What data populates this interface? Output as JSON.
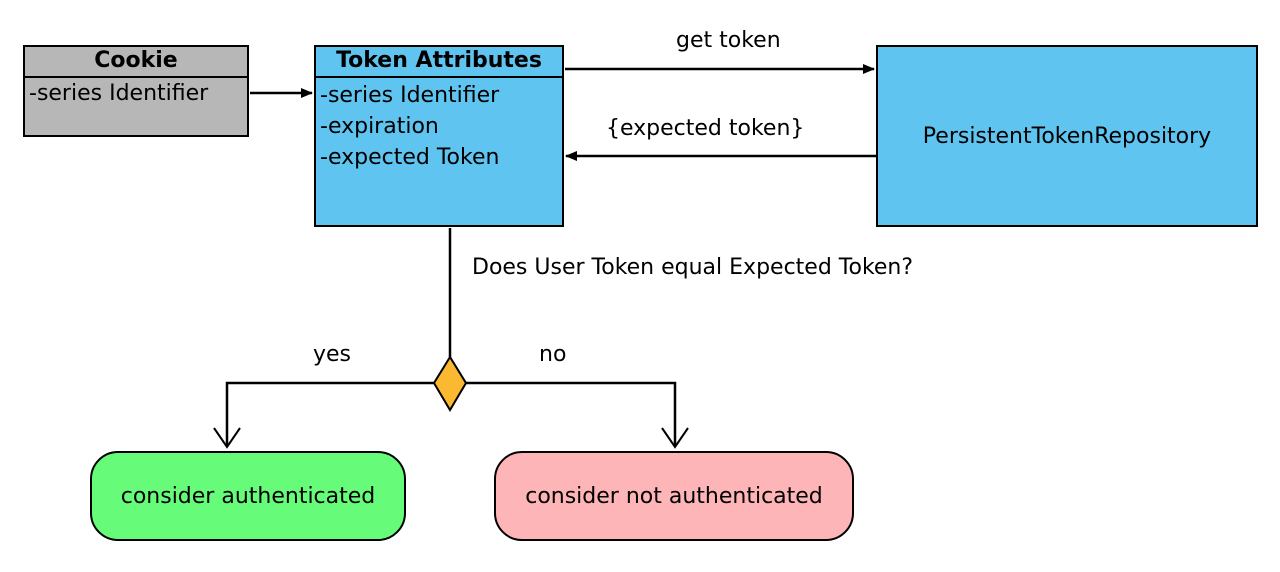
{
  "cookie": {
    "title": "Cookie",
    "attributes": [
      "-series Identifier"
    ],
    "color": "#b7b7b7"
  },
  "token_attributes": {
    "title": "Token Attributes",
    "attributes": [
      "-series Identifier",
      "-expiration",
      "-expected Token"
    ],
    "color": "#5fc4f0"
  },
  "repository": {
    "label": "PersistentTokenRepository",
    "color": "#5fc4f0"
  },
  "edges": {
    "get_token": "get token",
    "expected_token": "{expected token}",
    "question": "Does User Token equal Expected Token?",
    "yes": "yes",
    "no": "no"
  },
  "decision": {
    "color": "#fbb932"
  },
  "outcomes": {
    "authenticated": {
      "label": "consider authenticated",
      "color": "#66fc79"
    },
    "not_authenticated": {
      "label": "consider not authenticated",
      "color": "#fdb5b7"
    }
  }
}
